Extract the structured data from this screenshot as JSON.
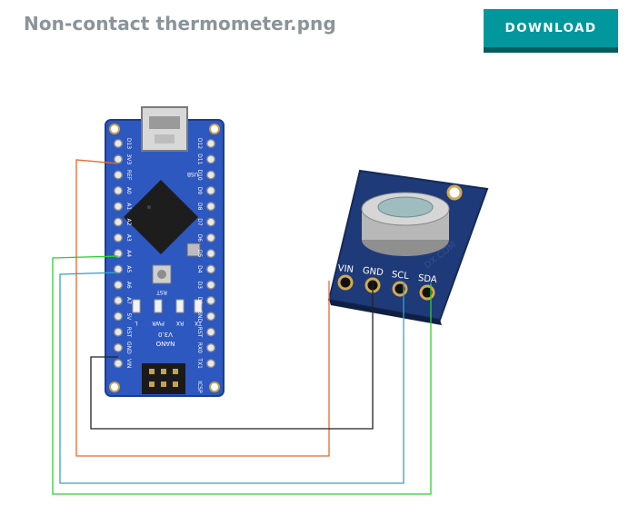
{
  "header": {
    "file_name": "Non-contact thermometer.png",
    "download_label": "DOWNLOAD"
  },
  "colors": {
    "accent": "#00979d",
    "accent_dark": "#005c5f",
    "title_gray": "#8a9499",
    "arduino_board": "#2d58c0",
    "sensor_board": "#1f3a78",
    "wire_red": "#e8662e",
    "wire_green": "#33cc33",
    "wire_blue": "#3aa0c8",
    "wire_black": "#222222"
  },
  "arduino": {
    "usb_label": "USB",
    "reset_label": "RST",
    "nano_label": "NANO",
    "version_label": "V3.0",
    "icsp_label": "ICSP",
    "left_pins": [
      "D13",
      "3V3",
      "REF",
      "A0",
      "A1",
      "A2",
      "A3",
      "A4",
      "A5",
      "A6",
      "A7",
      "5V",
      "RST",
      "GND",
      "VIN"
    ],
    "right_pins": [
      "D12",
      "D11",
      "D10",
      "D9",
      "D8",
      "D7",
      "D6",
      "D5",
      "D4",
      "D3",
      "D2",
      "GND",
      "RST",
      "RX0",
      "TX1"
    ],
    "leds": [
      "L",
      "PWR",
      "RX",
      "TX"
    ]
  },
  "sensor": {
    "pins": [
      "VIN",
      "GND",
      "SCL",
      "SDA"
    ],
    "watermark": "DX.COM"
  }
}
